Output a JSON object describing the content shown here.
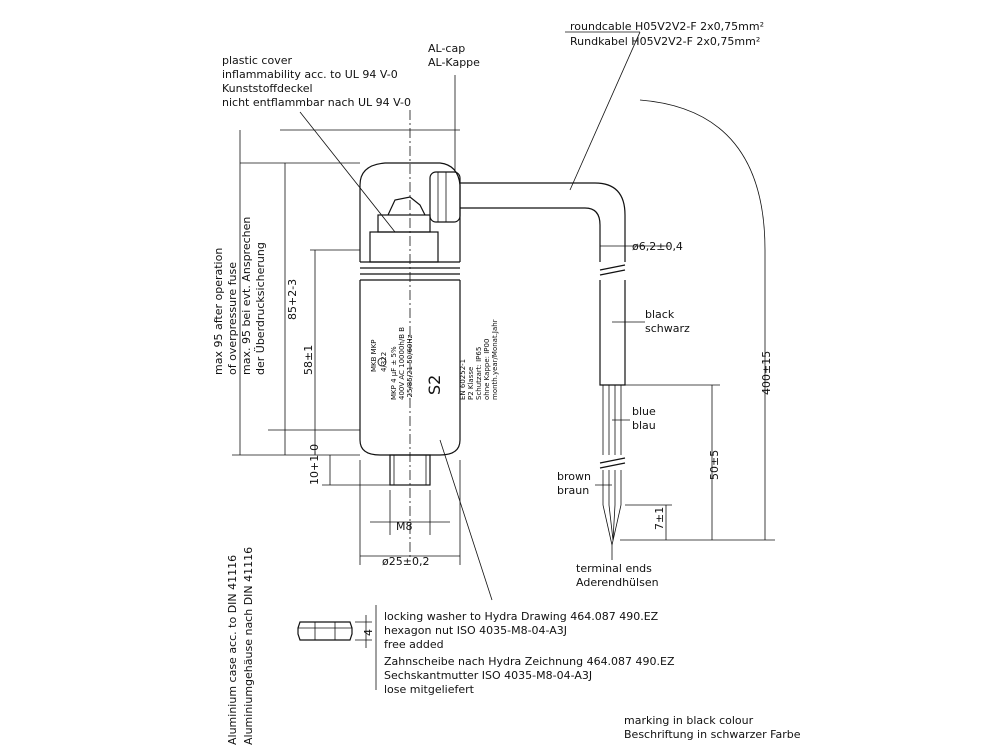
{
  "callouts": {
    "cover": [
      "plastic cover",
      "inflammability acc. to UL 94 V-0",
      "Kunststoffdeckel",
      "nicht entflammbar nach UL 94 V-0"
    ],
    "cap": [
      "AL-cap",
      "AL-Kappe"
    ],
    "cable": [
      "roundcable H05V2V2-F 2x0,75mm²",
      "Rundkabel H05V2V2-F 2x0,75mm²"
    ],
    "black": [
      "black",
      "schwarz"
    ],
    "blue": [
      "blue",
      "blau"
    ],
    "brown": [
      "brown",
      "braun"
    ],
    "terminal": [
      "terminal ends",
      "Aderendhülsen"
    ],
    "hardware": [
      "locking washer to Hydra Drawing 464.087 490.EZ",
      "hexagon nut ISO 4035-M8-04-A3J",
      "free added",
      "Zahnscheibe nach Hydra Zeichnung 464.087 490.EZ",
      "Sechskantmutter ISO 4035-M8-04-A3J",
      "lose mitgeliefert"
    ],
    "case": [
      "Aluminium case acc. to DIN 41116",
      "Aluminiumgehäuse nach DIN 41116"
    ],
    "marking": [
      "marking in black colour",
      "Beschriftung in schwarzer Farbe"
    ]
  },
  "dimensions": {
    "overpressure": [
      "max 95 after operation",
      "of overpressure fuse",
      "max. 95 bei evt. Ansprechen",
      "der Überdrucksicherung"
    ],
    "body_len": "85+2-3",
    "case_len": "58±1",
    "stud_len": "10+1-0",
    "thread": "M8",
    "diameter": "ø25±0,2",
    "cable_dia": "ø6,2±0,4",
    "cable_len": "400±15",
    "strip_len": "50±5",
    "end_len": "7±1",
    "nut_h": "4"
  },
  "marking_text": {
    "lines": [
      "MKB MKP",
      "4/322",
      "MKP 4 µF ± 5%",
      "400V AC 10000h/B B",
      "-25/85/21 50/60Hz"
    ],
    "code": "S2",
    "side": [
      "EN 60252-1",
      "P2 Klasse",
      "Schutzart: IP65",
      "ohne Kappe: IP00",
      "month.year/Monat.Jahr"
    ]
  }
}
